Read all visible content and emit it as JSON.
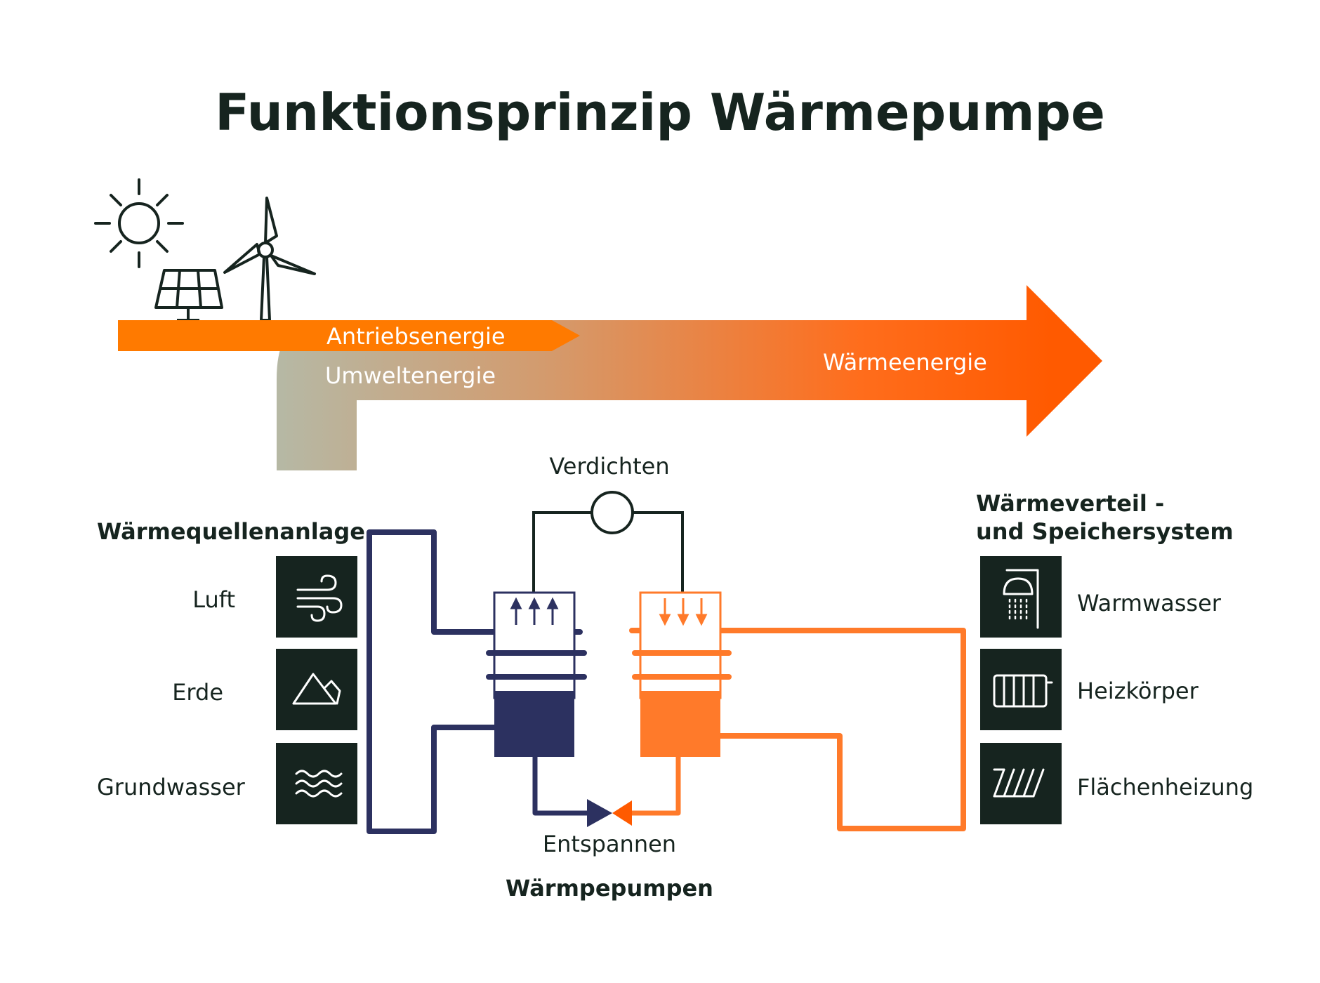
{
  "title": "Funktionsprinzip Wärmepumpe",
  "energy_flow": {
    "drive_energy": "Antriebsenergie",
    "environment_energy": "Umweltenergie",
    "heat_energy": "Wärmeenergie"
  },
  "heat_source": {
    "heading": "Wärmequellenanlage",
    "items": [
      {
        "label": "Luft",
        "icon": "wind-icon"
      },
      {
        "label": "Erde",
        "icon": "mountain-icon"
      },
      {
        "label": "Grundwasser",
        "icon": "waves-icon"
      }
    ]
  },
  "heat_pump": {
    "compress_label": "Verdichten",
    "expand_label": "Entspannen",
    "heading": "Wärmpepumpen"
  },
  "distribution": {
    "heading_line1": "Wärmeverteil -",
    "heading_line2": "und Speichersystem",
    "items": [
      {
        "label": "Warmwasser",
        "icon": "shower-icon"
      },
      {
        "label": "Heizkörper",
        "icon": "radiator-icon"
      },
      {
        "label": "Flächenheizung",
        "icon": "floor-heating-icon"
      }
    ]
  },
  "colors": {
    "accent_orange": "#ff7a1a",
    "hot_orange": "#ff5a00",
    "cold_navy": "#2c3160",
    "dark_green": "#16241f",
    "environment_grey": "#b6b8a4"
  }
}
